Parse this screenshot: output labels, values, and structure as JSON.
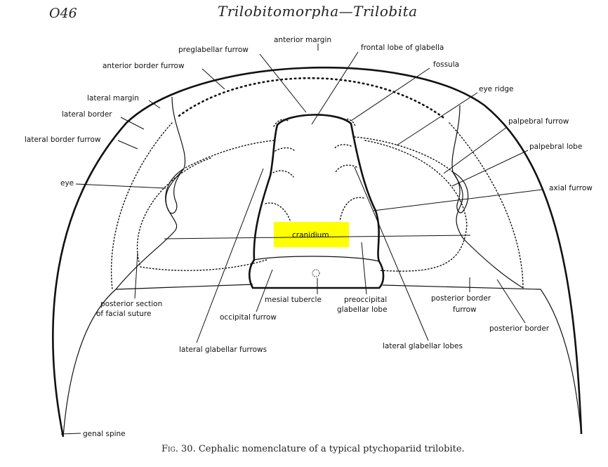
{
  "header": {
    "page_number": "O46",
    "title": "Trilobitomorpha—Trilobita"
  },
  "caption": {
    "fig_label": "Fig. 30.",
    "text": "Cephalic nomenclature of a typical ptychopariid trilobite."
  },
  "highlight": {
    "label": "cranidium",
    "color": "#ffff00"
  },
  "labels": {
    "anterior_margin": "anterior margin",
    "preglabellar_furrow": "preglabellar furrow",
    "frontal_lobe": "frontal lobe of glabella",
    "anterior_border_furrow": "anterior border furrow",
    "fossula": "fossula",
    "lateral_margin": "lateral margin",
    "eye_ridge": "eye ridge",
    "lateral_border": "lateral border",
    "palpebral_furrow": "palpebral furrow",
    "lateral_border_furrow": "lateral border furrow",
    "palpebral_lobe": "palpebral lobe",
    "eye": "eye",
    "axial_furrow": "axial furrow",
    "posterior_section_1": "posterior section",
    "posterior_section_2": "of facial suture",
    "mesial_tubercle": "mesial tubercle",
    "preoccipital_1": "preoccipital",
    "preoccipital_2": "glabellar lobe",
    "posterior_border_furrow_1": "posterior border",
    "posterior_border_furrow_2": "furrow",
    "occipital_furrow": "occipital furrow",
    "posterior_border": "posterior border",
    "lateral_glabellar_furrows": "lateral glabellar furrows",
    "lateral_glabellar_lobes": "lateral glabellar lobes",
    "genal_spine": "genal spine"
  }
}
